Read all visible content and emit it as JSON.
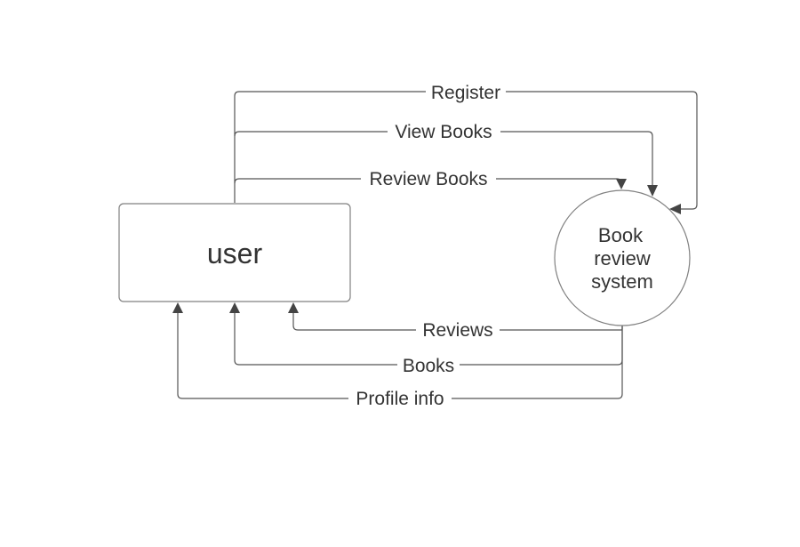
{
  "diagram": {
    "nodes": {
      "user": {
        "label": "user"
      },
      "system": {
        "label_lines": [
          "Book",
          "review",
          "system"
        ]
      }
    },
    "flows": {
      "register": {
        "label": "Register",
        "from": "user",
        "to": "system"
      },
      "view_books": {
        "label": "View Books",
        "from": "user",
        "to": "system"
      },
      "review_books": {
        "label": "Review Books",
        "from": "user",
        "to": "system"
      },
      "reviews": {
        "label": "Reviews",
        "from": "system",
        "to": "user"
      },
      "books": {
        "label": "Books",
        "from": "system",
        "to": "user"
      },
      "profile_info": {
        "label": "Profile info",
        "from": "system",
        "to": "user"
      }
    },
    "colors": {
      "line": "#555555",
      "shape_border": "#808080",
      "text": "#333333",
      "background": "#ffffff"
    }
  }
}
